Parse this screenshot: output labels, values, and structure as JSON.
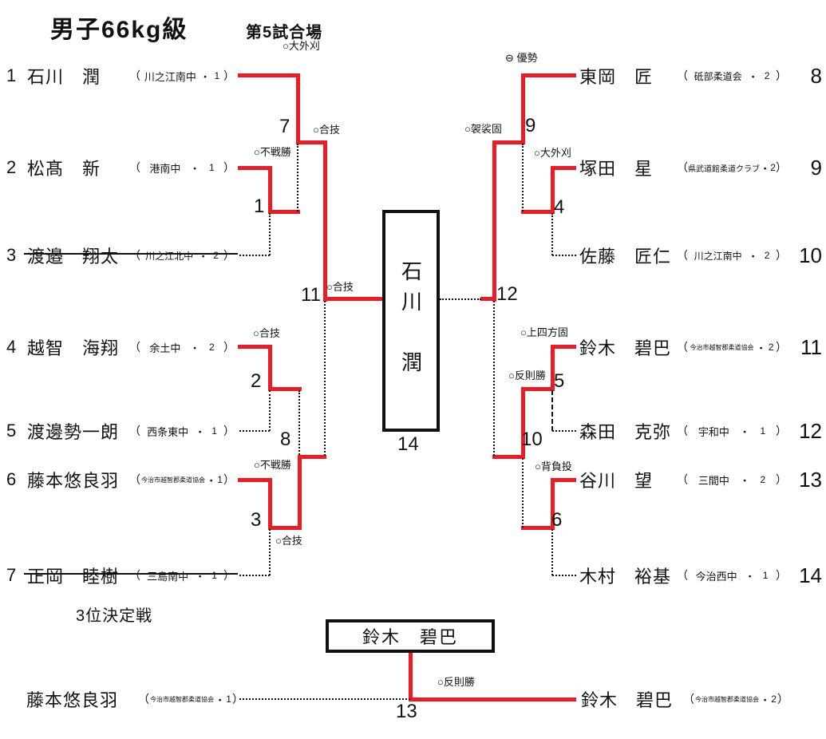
{
  "header": {
    "title": "男子66kg級",
    "venue": "第5試合場"
  },
  "punct": {
    "open": "（",
    "sep": "・",
    "close": "）"
  },
  "players": [
    {
      "seed": "1",
      "name": "石川　潤",
      "club": "川之江南中",
      "grade": "1",
      "withdrawn": false
    },
    {
      "seed": "2",
      "name": "松髙　新",
      "club": "港南中",
      "grade": "1",
      "withdrawn": false
    },
    {
      "seed": "3",
      "name": "渡邉　翔太",
      "club": "川之江北中",
      "grade": "2",
      "withdrawn": true
    },
    {
      "seed": "4",
      "name": "越智　海翔",
      "club": "余土中",
      "grade": "2",
      "withdrawn": false
    },
    {
      "seed": "5",
      "name": "渡邊勢一朗",
      "club": "西条東中",
      "grade": "1",
      "withdrawn": false
    },
    {
      "seed": "6",
      "name": "藤本悠良羽",
      "club": "今治市越智郡柔道協会",
      "grade": "1",
      "withdrawn": false
    },
    {
      "seed": "7",
      "name": "正岡　睦樹",
      "club": "三島南中",
      "grade": "1",
      "withdrawn": true
    },
    {
      "seed": "8",
      "name": "東岡　匠",
      "club": "砥部柔道会",
      "grade": "2",
      "withdrawn": false
    },
    {
      "seed": "9",
      "name": "塚田　星",
      "club": "県武道館柔道クラブ",
      "grade": "2",
      "withdrawn": false
    },
    {
      "seed": "10",
      "name": "佐藤　匠仁",
      "club": "川之江南中",
      "grade": "2",
      "withdrawn": false
    },
    {
      "seed": "11",
      "name": "鈴木　碧巴",
      "club": "今治市越智郡柔道協会",
      "grade": "2",
      "withdrawn": false
    },
    {
      "seed": "12",
      "name": "森田　克弥",
      "club": "宇和中",
      "grade": "1",
      "withdrawn": false
    },
    {
      "seed": "13",
      "name": "谷川　望",
      "club": "三間中",
      "grade": "2",
      "withdrawn": false
    },
    {
      "seed": "14",
      "name": "木村　裕基",
      "club": "今治西中",
      "grade": "1",
      "withdrawn": false
    }
  ],
  "matches": {
    "m1": {
      "no": "1",
      "technique": "○不戦勝"
    },
    "m2": {
      "no": "2",
      "technique": "○合技"
    },
    "m3": {
      "no": "3",
      "technique": "○不戦勝"
    },
    "m4": {
      "no": "4",
      "technique": "○大外刈"
    },
    "m5": {
      "no": "5",
      "technique": "○上四方固"
    },
    "m6": {
      "no": "6",
      "technique": "○背負投"
    },
    "m7": {
      "no": "7",
      "technique": "○大外刈"
    },
    "m8": {
      "no": "8",
      "technique": "○合技"
    },
    "m9": {
      "no": "9",
      "technique": "⊖ 優勢"
    },
    "m10": {
      "no": "10",
      "technique": "○反則勝"
    },
    "m11": {
      "no": "11",
      "technique": "○合技"
    },
    "m12": {
      "no": "12",
      "technique": "○袈裟固"
    },
    "m13": {
      "no": "13",
      "technique": "○反則勝"
    },
    "m14": {
      "no": "14",
      "technique": "○合技"
    }
  },
  "champion": {
    "name": "石川　潤"
  },
  "third_place": {
    "title": "3位決定戦",
    "winner": "鈴木　碧巴",
    "left": {
      "name": "藤本悠良羽",
      "club": "今治市越智郡柔道協会",
      "grade": "1"
    },
    "right": {
      "name": "鈴木　碧巴",
      "club": "今治市越智郡柔道協会",
      "grade": "2"
    }
  },
  "colors": {
    "winner_line": "#ED1C24",
    "loser_line": "#111111"
  }
}
